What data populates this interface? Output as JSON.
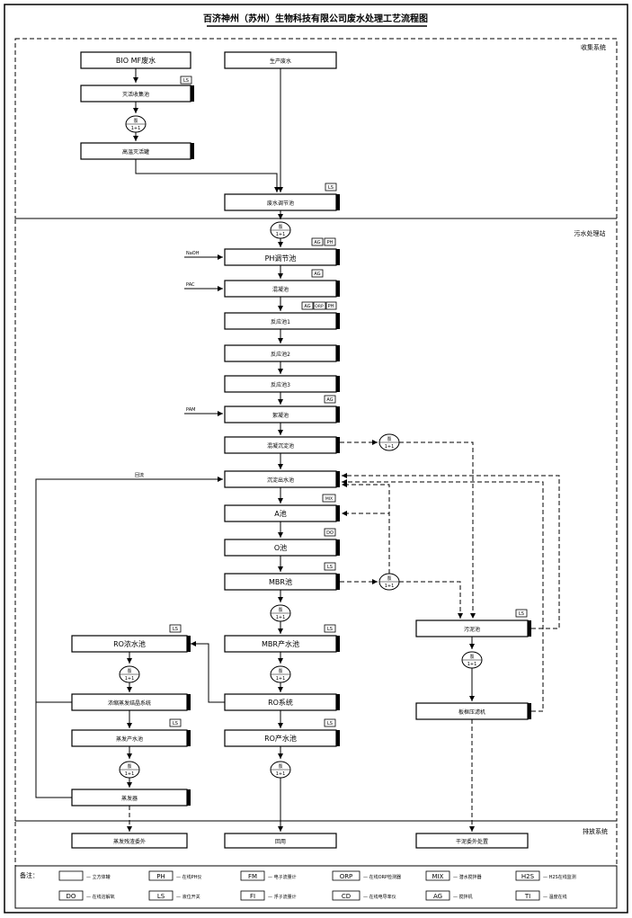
{
  "title": "百济神州（苏州）生物科技有限公司废水处理工艺流程图",
  "zones": {
    "collect": "收集系统",
    "treat": "污水处理站",
    "discharge": "排放系统"
  },
  "boxes": {
    "bio_mf": "BIO MF废水",
    "prod_water": "生产废水",
    "inact_tank": "灭活收集池",
    "gas_tank": "高温灭活罐",
    "adjust": "废水调节池",
    "ph_tank": "PH调节池",
    "coag": "混凝池",
    "floc1": "反应池1",
    "floc2": "反应池2",
    "floc3": "反应池3",
    "sed": "絮凝池",
    "mid_sed": "混凝沉淀池",
    "mid_water": "沉淀出水池",
    "a_tank": "A池",
    "o_tank": "O池",
    "mbr_tank": "MBR池",
    "mbr_out": "MBR产水池",
    "ro_tank": "RO系统",
    "ro_out": "RO产水池",
    "ro_conc": "RO浓水池",
    "evap": "浓缩蒸发结晶系统",
    "mvr_out": "蒸发产水池",
    "conc_box": "蒸发器",
    "sludge": "污泥池",
    "press": "板框压滤机",
    "out_reuse": "蒸发残渣委外",
    "out_reuse2": "回用",
    "out_sludge": "干泥委外处置"
  },
  "pumps": {
    "p1": "泵",
    "p1b": "1+1",
    "p2": "泵",
    "p2b": "1+1",
    "p3": "泵",
    "p3b": "1+1",
    "p4": "泵",
    "p4b": "1+1",
    "p5": "泵",
    "p5b": "1+1",
    "p6": "泵",
    "p6b": "1+1",
    "p7": "泵",
    "p7b": "1+1",
    "p8": "泵",
    "p8b": "1+1",
    "p9": "泵",
    "p9b": "1+1",
    "p10": "泵",
    "p10b": "1+1"
  },
  "tags": {
    "ls1": "LS",
    "ls2": "LS",
    "ag1": "AG",
    "ph1": "PH",
    "ag2": "AG",
    "ag3": "AG",
    "orp": "ORP",
    "ph2": "PH",
    "ag4": "AG",
    "mix": "MIX",
    "do1": "DO",
    "ls3": "LS",
    "ls4": "LS",
    "ls5": "LS",
    "ls6": "LS",
    "ls7": "LS",
    "ls8": "LS"
  },
  "dosing": {
    "naoh": "NaOH",
    "pac": "PAC",
    "pam": "PAM"
  },
  "return_label": "回流",
  "legend": {
    "title": "备注：",
    "items": [
      {
        "sym": "",
        "text": "— 立方体罐"
      },
      {
        "sym": "PH",
        "text": "— 在线PH仪"
      },
      {
        "sym": "FM",
        "text": "— 电子流量计"
      },
      {
        "sym": "ORP",
        "text": "— 在线ORP检测器"
      },
      {
        "sym": "MIX",
        "text": "— 潜水搅拌器"
      },
      {
        "sym": "H2S",
        "text": "— H2S在线监测"
      },
      {
        "sym": "DO",
        "text": "— 在线溶解氧"
      },
      {
        "sym": "LS",
        "text": "— 液位开关"
      },
      {
        "sym": "FI",
        "text": "— 浮子流量计"
      },
      {
        "sym": "CD",
        "text": "— 在线电导率仪"
      },
      {
        "sym": "AG",
        "text": "— 搅拌机"
      },
      {
        "sym": "TI",
        "text": "— 温度在线"
      }
    ]
  }
}
